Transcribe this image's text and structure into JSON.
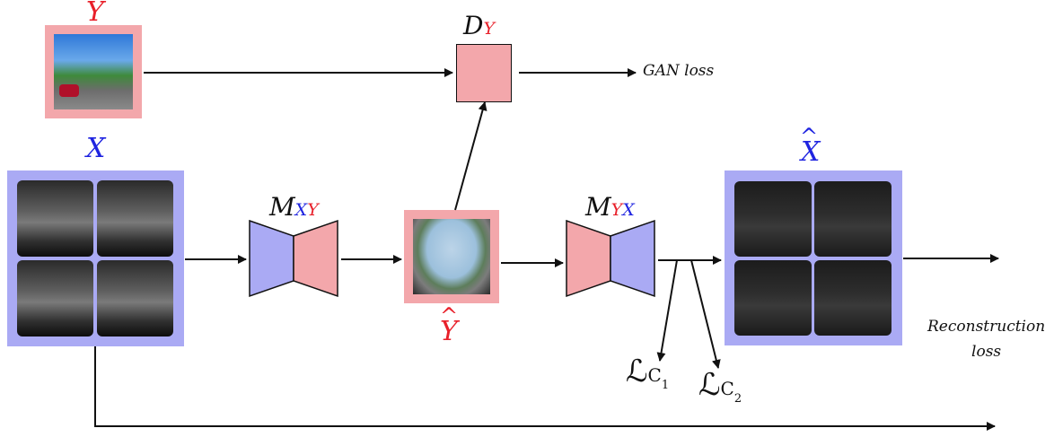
{
  "labels": {
    "y": "Y",
    "x": "X",
    "y_hat": "Y",
    "x_hat": "X",
    "d_main": "D",
    "d_sub": "Y",
    "mxy_main": "M",
    "mxy_sub_x": "X",
    "mxy_sub_y": "Y",
    "myx_main": "M",
    "myx_sub_y": "Y",
    "myx_sub_x": "X",
    "gan_loss": "GAN loss",
    "recon_line1": "Reconstruction",
    "recon_line2": "loss",
    "lc1_main": "ℒ",
    "lc1_sub": "C",
    "lc1_idx": "1",
    "lc2_main": "ℒ",
    "lc2_sub": "C",
    "lc2_idx": "2"
  },
  "colors": {
    "red": "#e8202a",
    "blue": "#1f24e0",
    "pink_fill": "#f3a7ab",
    "blue_fill": "#aaaaf4"
  }
}
